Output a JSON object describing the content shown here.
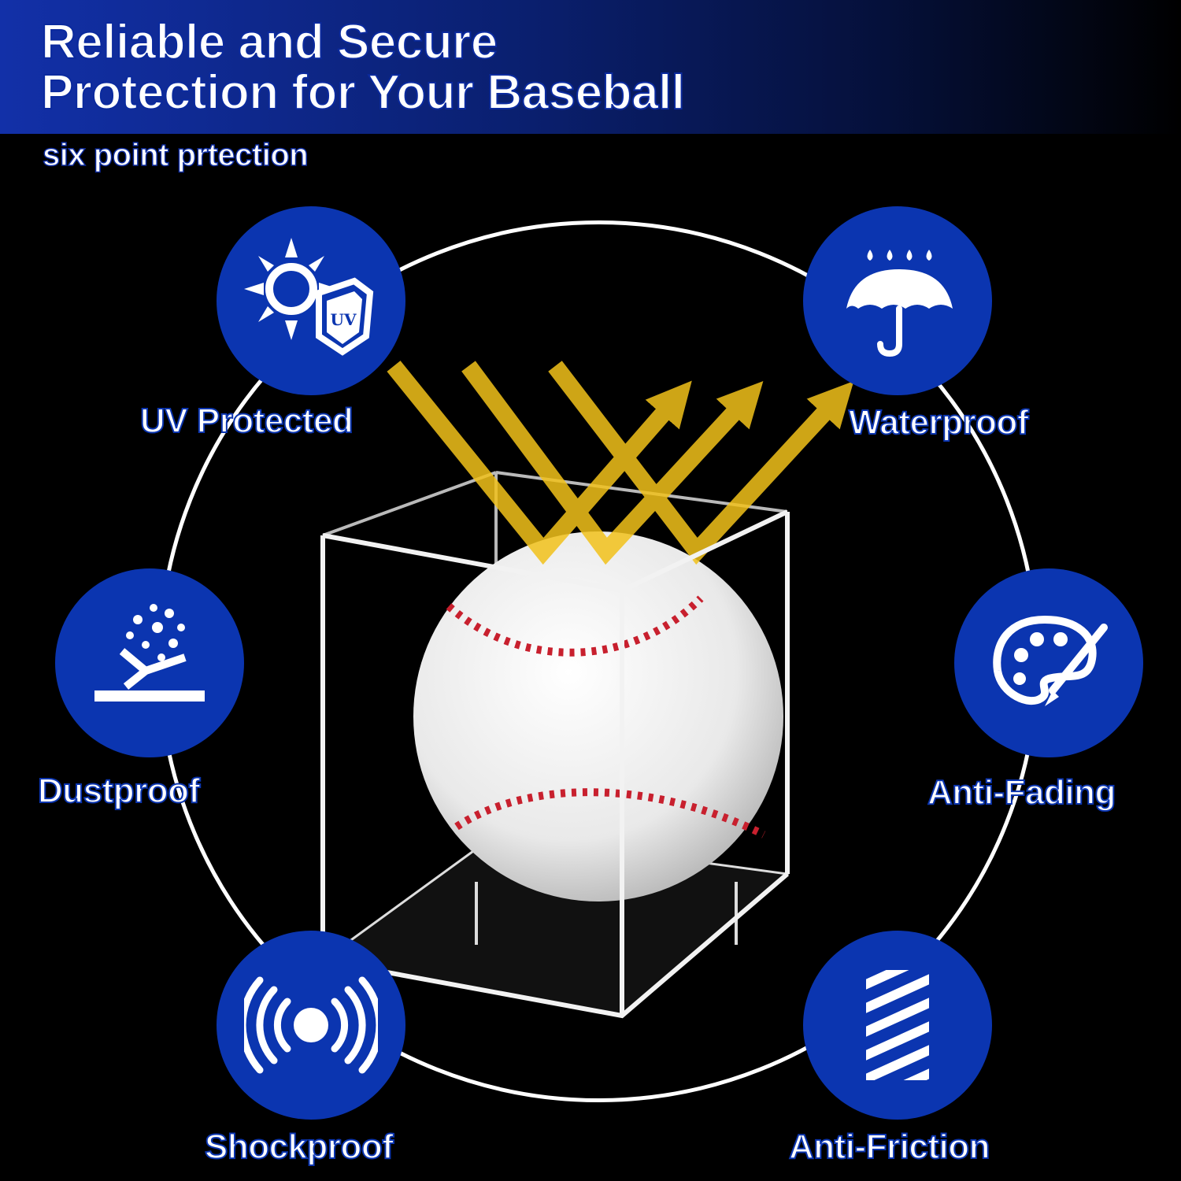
{
  "header": {
    "title_line1": "Reliable and Secure",
    "title_line2": "Protection for Your Baseball",
    "subtitle": "six point prtection"
  },
  "features": [
    {
      "label": "UV Protected",
      "icon": "uv-sun-shield-icon"
    },
    {
      "label": "Waterproof",
      "icon": "umbrella-rain-icon"
    },
    {
      "label": "Dustproof",
      "icon": "dust-deflect-icon"
    },
    {
      "label": "Anti-Fading",
      "icon": "palette-brush-icon"
    },
    {
      "label": "Shockproof",
      "icon": "vibration-icon"
    },
    {
      "label": "Anti-Friction",
      "icon": "striped-panel-icon"
    }
  ],
  "colors": {
    "badge": "#0b35b0",
    "banner": "#1230a8",
    "arrows": "#f2c21b",
    "stitches": "#c8202e"
  }
}
